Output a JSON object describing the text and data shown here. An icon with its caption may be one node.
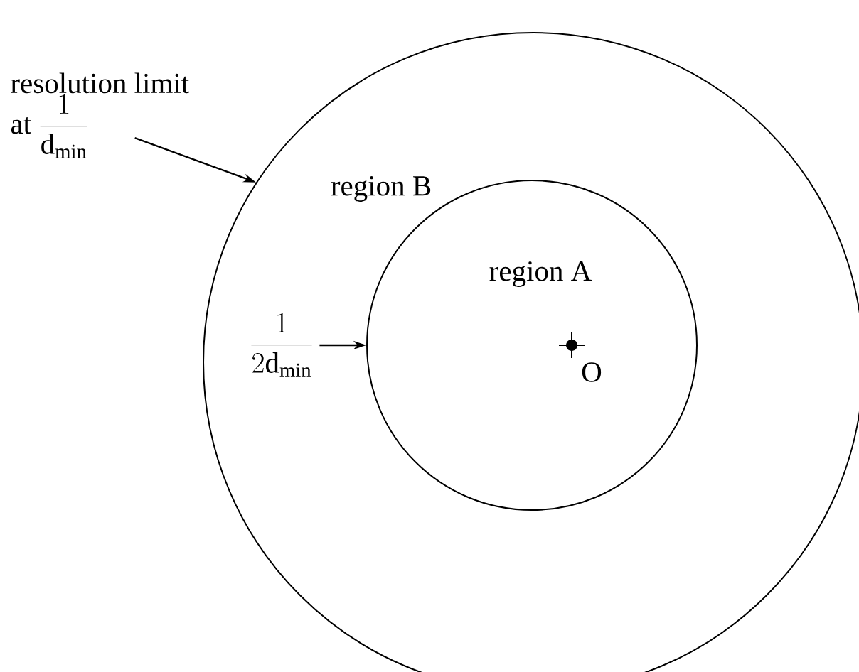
{
  "diagram": {
    "nodes": [
      {
        "text": [
          "region B"
        ]
      },
      {
        "text": [
          "region A"
        ],
        "in": 0
      },
      {
        "text": [
          "resolution limit",
          "at",
          "\\frac{1}{\\mathrm{d}_{\\mathrm{min}}}"
        ]
      },
      {
        "text": [
          "\\frac{1}{2\\mathrm{d}_{\\mathrm{min}}}"
        ],
        "in": 0
      }
    ],
    "edges": [
      {
        "from": 2,
        "to": 0,
        "arrow": "to"
      },
      {
        "from": 3,
        "to": 1,
        "arrow": "to"
      }
    ],
    "labels": [
      "O"
    ]
  }
}
